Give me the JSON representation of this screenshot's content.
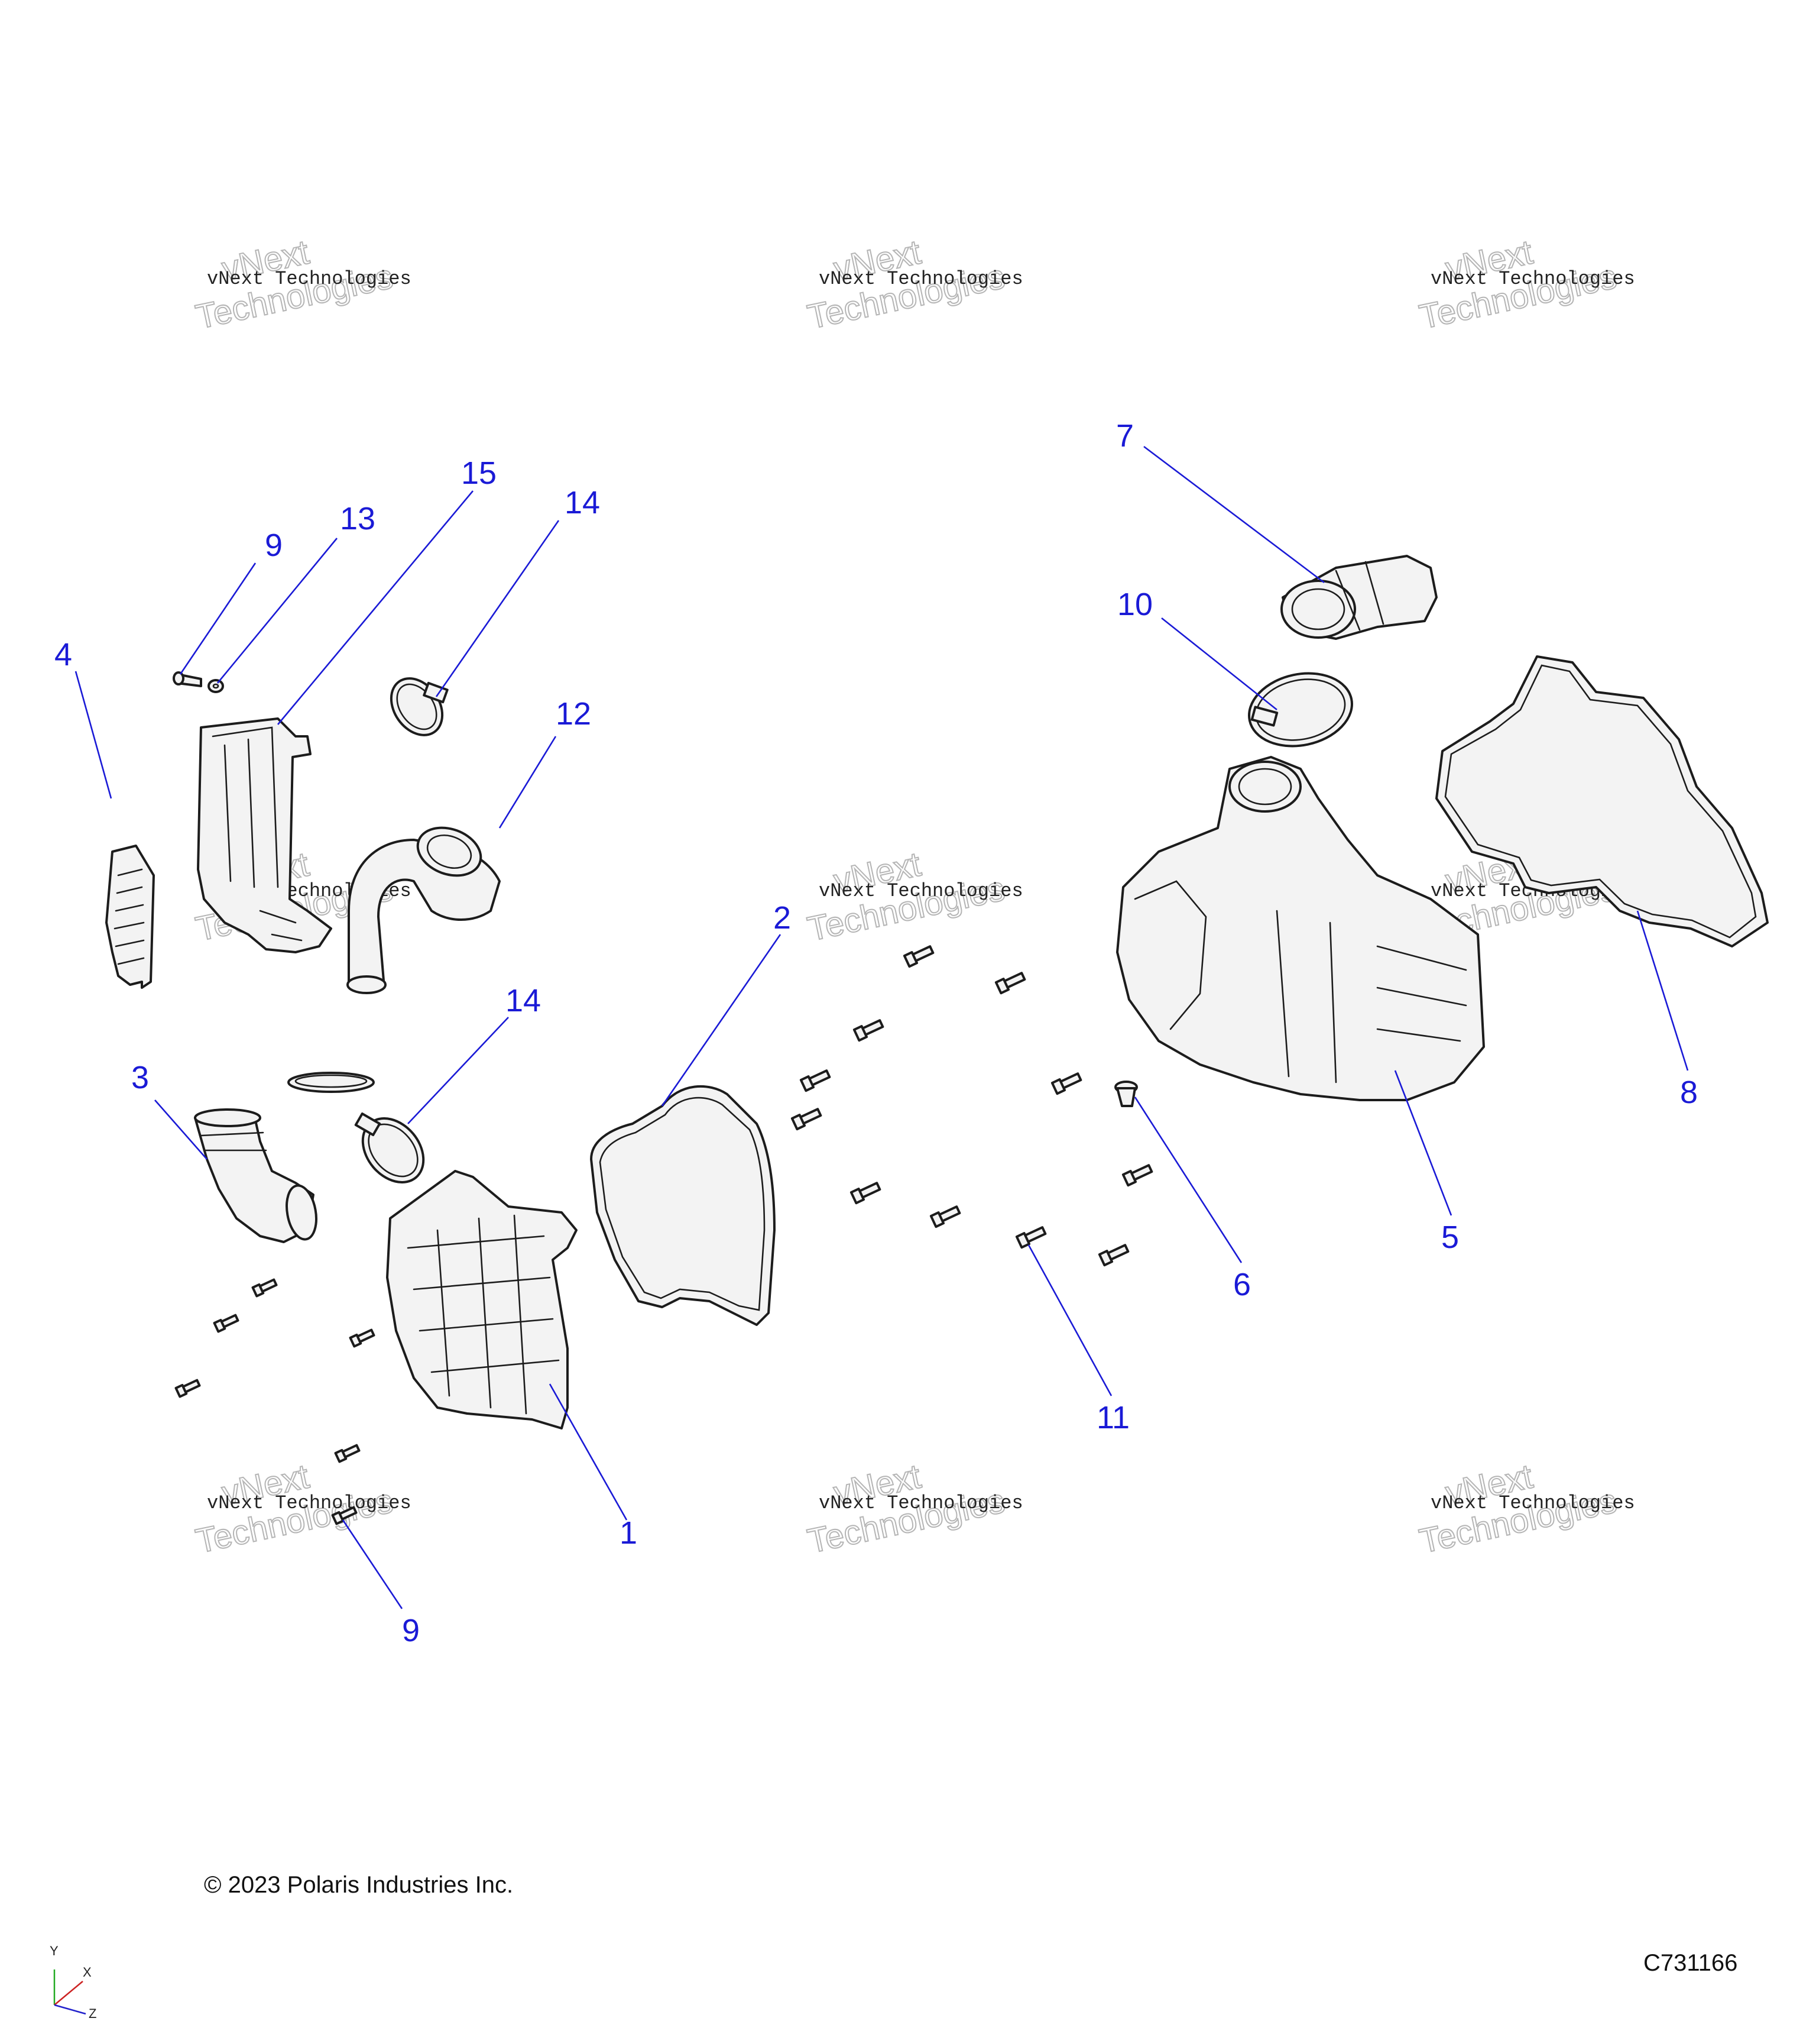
{
  "watermark": {
    "line1": "vNext Technologies",
    "line2": "vNext",
    "line3": "Technologies"
  },
  "callouts": [
    {
      "id": "c1",
      "label": "1"
    },
    {
      "id": "c2",
      "label": "2"
    },
    {
      "id": "c3",
      "label": "3"
    },
    {
      "id": "c4",
      "label": "4"
    },
    {
      "id": "c5",
      "label": "5"
    },
    {
      "id": "c6",
      "label": "6"
    },
    {
      "id": "c7",
      "label": "7"
    },
    {
      "id": "c8",
      "label": "8"
    },
    {
      "id": "c9a",
      "label": "9"
    },
    {
      "id": "c9b",
      "label": "9"
    },
    {
      "id": "c10",
      "label": "10"
    },
    {
      "id": "c11",
      "label": "11"
    },
    {
      "id": "c12",
      "label": "12"
    },
    {
      "id": "c13",
      "label": "13"
    },
    {
      "id": "c14a",
      "label": "14"
    },
    {
      "id": "c14b",
      "label": "14"
    },
    {
      "id": "c15",
      "label": "15"
    }
  ],
  "footer": {
    "copyright": "© 2023 Polaris Industries Inc.",
    "drawing_number": "C731166"
  },
  "axes": {
    "x": "X",
    "y": "Y",
    "z": "Z"
  },
  "colors": {
    "callout": "#1a1ad6",
    "linework": "#1c1c1c",
    "part_fill": "#f3f3f3",
    "watermark": "#b5b5b5"
  }
}
